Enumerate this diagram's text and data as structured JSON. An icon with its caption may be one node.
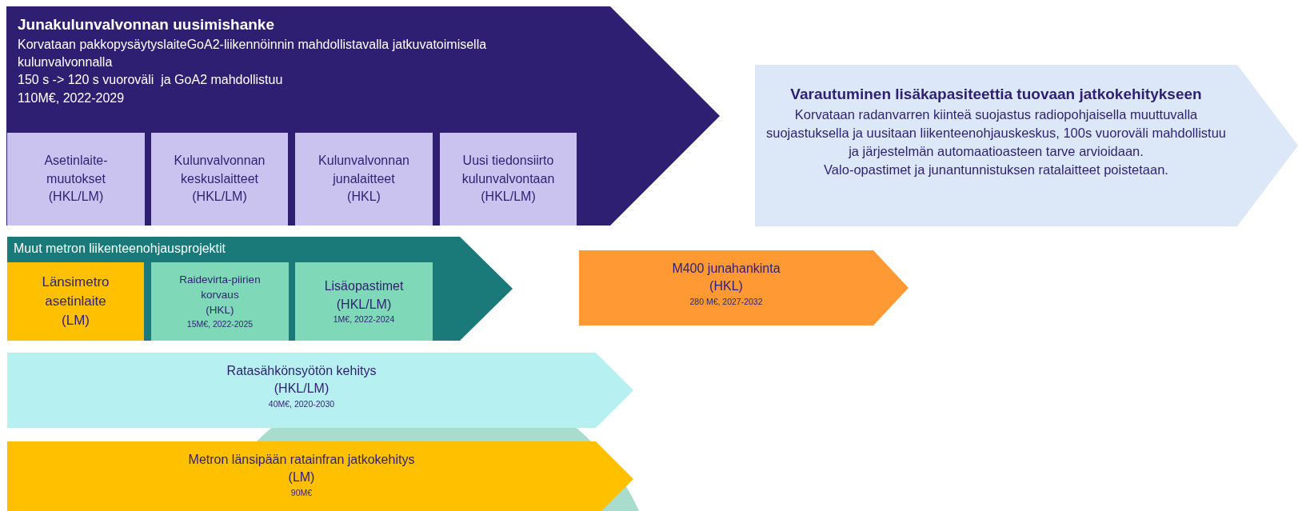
{
  "diagram": {
    "nodes": [
      {
        "text": [
          "Junakulunvalvonnan uusimishanke",
          "Korvataan pakkopysäytyslaiteGoA2-liikennöinnin mahdollistavalla jatkuvatoimisella kulunvalvonnalla",
          "150 s -> 120 s vuoroväli  ja GoA2 mahdollistuu",
          "110M€, 2022-2029"
        ]
      },
      {
        "text": [
          "Asetinlaite-muutokset",
          "(HKL/LM)"
        ],
        "in": 0
      },
      {
        "text": [
          "Kulunvalvonnan keskuslaitteet",
          "(HKL/LM)"
        ],
        "in": 0
      },
      {
        "text": [
          "Kulunvalvonnan junalaitteet",
          "(HKL)"
        ],
        "in": 0
      },
      {
        "text": [
          "Uusi tiedonsiirto kulunvalvontaan",
          "(HKL/LM)"
        ],
        "in": 0
      },
      {
        "text": [
          "Varautuminen lisäkapasiteettia tuovaan jatkokehitykseen",
          "Korvataan radanvarren kiinteä suojastus radiopohjaisella muuttuvalla suojastuksella ja uusitaan liikenteenohjauskeskus, 100s vuoroväli mahdollistuu ja järjestelmän automaatioasteen tarve arvioidaan.",
          "Valo-opastimet ja junantunnistuksen ratalaitteet poistetaan."
        ]
      },
      {
        "text": [
          "Muut metron liikenteenohjausprojektit"
        ]
      },
      {
        "text": [
          "Länsimetro asetinlaite",
          "(LM)"
        ],
        "in": 6
      },
      {
        "text": [
          "Raidevirta-piirien korvaus",
          "(HKL)",
          "15M€, 2022-2025"
        ],
        "in": 6
      },
      {
        "text": [
          "Lisäopastimet",
          "(HKL/LM)",
          "1M€, 2022-2024"
        ],
        "in": 6
      },
      {
        "text": [
          "M400 junahankinta",
          "(HKL)",
          "280 M€, 2027-2032"
        ]
      },
      {
        "text": [
          "Ratasähkönsyötön kehitys",
          "(HKL/LM)",
          "40M€, 2020-2030"
        ]
      },
      {
        "text": [
          "Metron länsipään ratainfran jatkokehitys",
          "(LM)",
          "90M€"
        ]
      }
    ],
    "edges": []
  }
}
